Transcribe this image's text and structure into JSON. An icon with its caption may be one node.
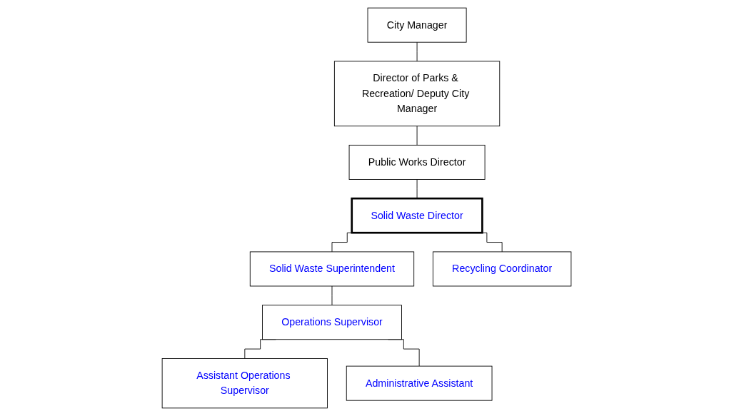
{
  "diagram": {
    "nodes": [
      {
        "text": [
          "City Manager"
        ]
      },
      {
        "text": [
          "Director of Parks & Recreation/ Deputy City Manager"
        ]
      },
      {
        "text": [
          "Public Works Director"
        ]
      },
      {
        "text": [
          "Solid Waste Director"
        ]
      },
      {
        "text": [
          "Solid Waste Superintendent"
        ]
      },
      {
        "text": [
          "Recycling Coordinator"
        ]
      },
      {
        "text": [
          "Operations Supervisor"
        ]
      },
      {
        "text": [
          "Assistant Operations Supervisor"
        ]
      },
      {
        "text": [
          "Administrative Assistant"
        ]
      }
    ],
    "edges": [
      {
        "from": 0,
        "to": 1,
        "arrow": "none"
      },
      {
        "from": 1,
        "to": 2,
        "arrow": "none"
      },
      {
        "from": 2,
        "to": 3,
        "arrow": "none"
      },
      {
        "from": 3,
        "to": 4,
        "arrow": "none"
      },
      {
        "from": 3,
        "to": 5,
        "arrow": "none"
      },
      {
        "from": 4,
        "to": 6,
        "arrow": "none"
      },
      {
        "from": 6,
        "to": 7,
        "arrow": "none"
      },
      {
        "from": 6,
        "to": 8,
        "arrow": "none"
      }
    ]
  }
}
